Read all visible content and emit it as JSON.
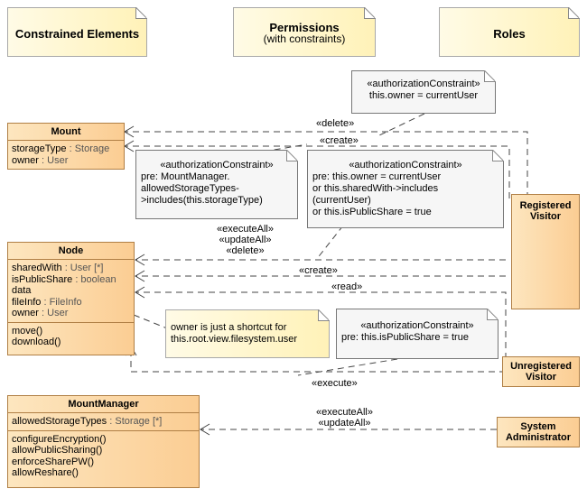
{
  "headers": {
    "constrained": "Constrained Elements",
    "permissions_title": "Permissions",
    "permissions_sub": "(with constraints)",
    "roles": "Roles"
  },
  "classes": {
    "mount": {
      "name": "Mount",
      "attrs": [
        {
          "name": "storageType",
          "type": " : Storage"
        },
        {
          "name": "owner",
          "type": " : User"
        }
      ]
    },
    "node": {
      "name": "Node",
      "attrs": [
        {
          "name": "sharedWith",
          "type": " : User [*]"
        },
        {
          "name": "isPublicShare",
          "type": " : boolean"
        },
        {
          "name": "data",
          "type": ""
        },
        {
          "name": "fileInfo",
          "type": " : FileInfo"
        },
        {
          "name": "owner",
          "type": " : User"
        }
      ],
      "ops": [
        "move()",
        "download()"
      ]
    },
    "mountmanager": {
      "name": "MountManager",
      "attrs": [
        {
          "name": "allowedStorageTypes",
          "type": " : Storage [*]"
        }
      ],
      "ops": [
        "configureEncryption()",
        "allowPublicSharing()",
        "enforceSharePW()",
        "allowReshare()"
      ]
    }
  },
  "actors": {
    "registered": "Registered Visitor",
    "unregistered": "Unregistered Visitor",
    "admin": "System Administrator"
  },
  "notes": {
    "c1": {
      "stereo": "«authorizationConstraint»",
      "body": "this.owner = currentUser"
    },
    "c2": {
      "stereo": "«authorizationConstraint»",
      "body": "pre:  MountManager.\nallowedStorageTypes-\n>includes(this.storageType)"
    },
    "c3": {
      "stereo": "«authorizationConstraint»",
      "body": "pre: this.owner = currentUser\nor this.sharedWith->includes\n(currentUser)\nor this.isPublicShare = true"
    },
    "owner_note": "owner is just a shortcut for\nthis.root.view.filesystem.user",
    "c4": {
      "stereo": "«authorizationConstraint»",
      "body": "pre: this.isPublicShare = true"
    }
  },
  "labels": {
    "delete": "«delete»",
    "create": "«create»",
    "node_group": "«executeAll»\n«updateAll»\n«delete»",
    "create2": "«create»",
    "read": "«read»",
    "execute": "«execute»",
    "admin_group": "«executeAll»\n«updateAll»"
  }
}
